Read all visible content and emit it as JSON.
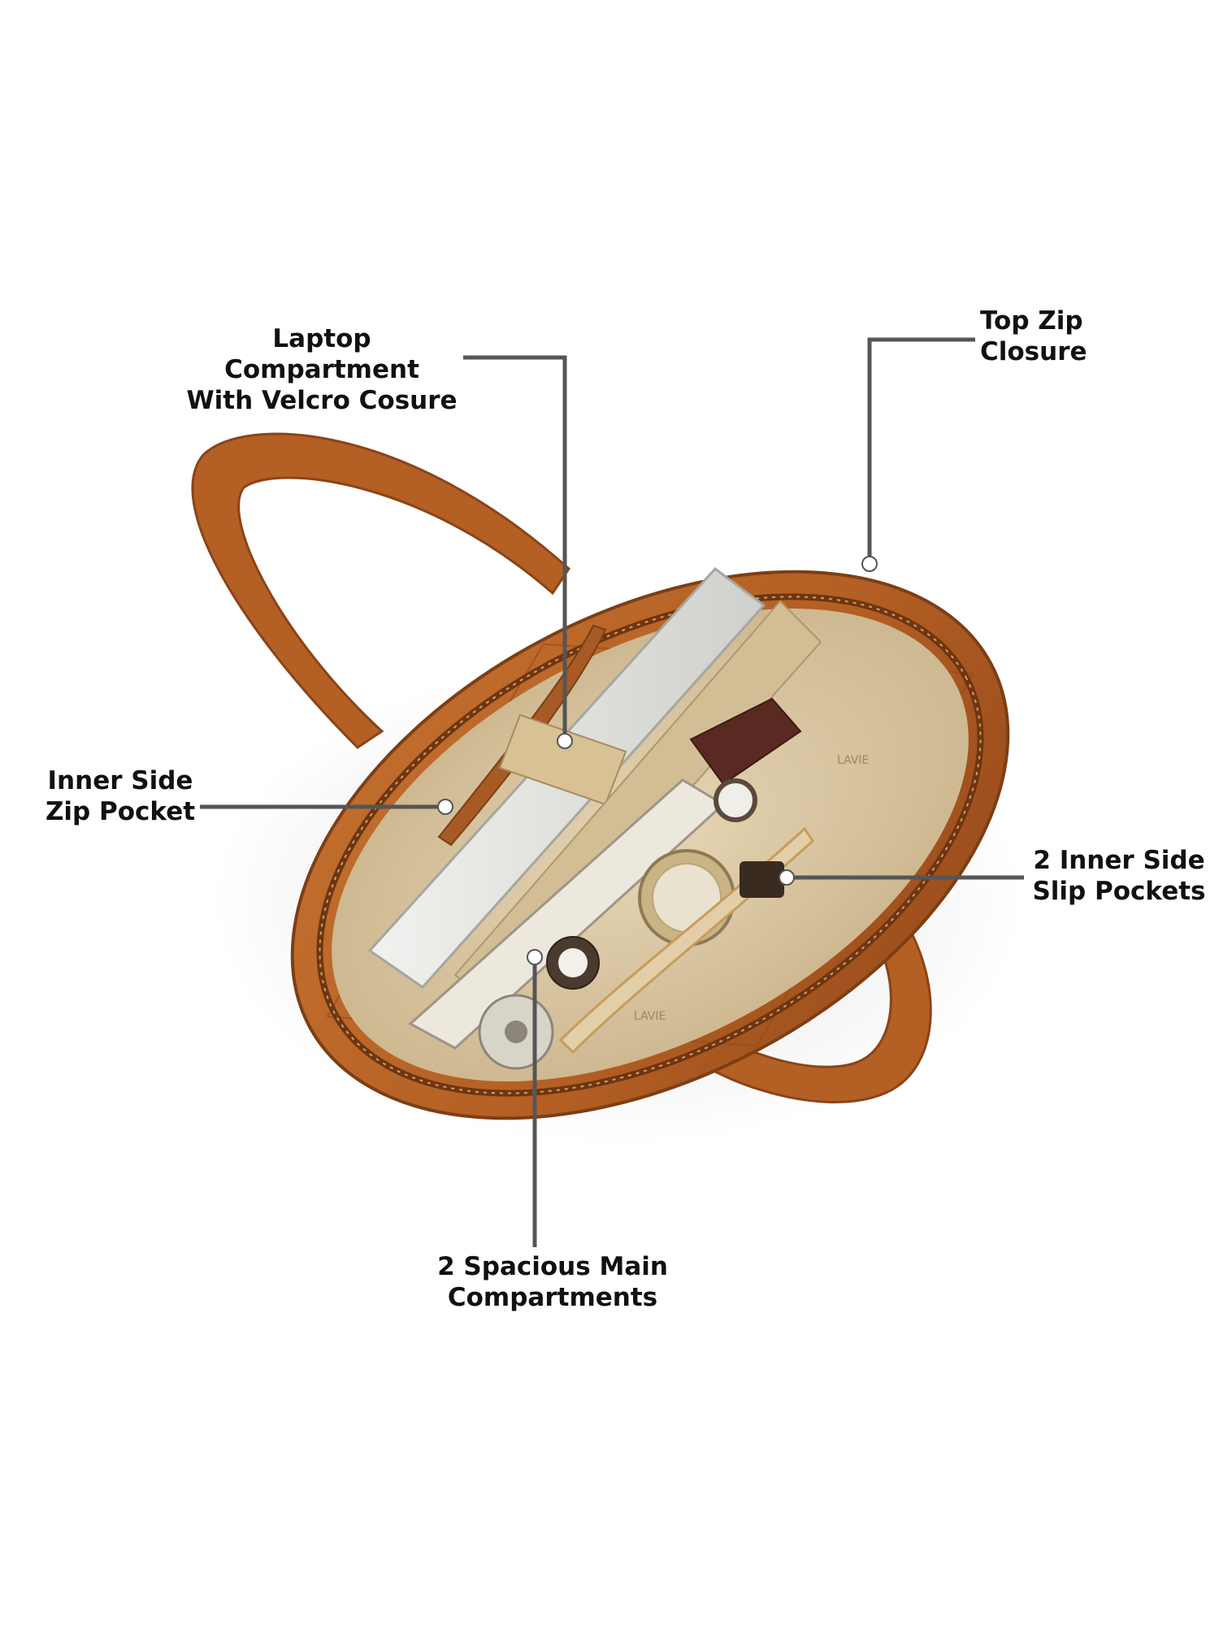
{
  "image": {
    "subject": "lavie-tote-bag-interior",
    "brand_mark": "LAVIE"
  },
  "callouts": {
    "laptop": "Laptop Compartment\nWith Velcro Cosure",
    "top_zip": "Top Zip\nClosure",
    "inner_zip": "Inner Side\nZip Pocket",
    "slip_pockets": "2 Inner Side\nSlip Pockets",
    "main_compartments": "2 Spacious Main\nCompartments"
  },
  "colors": {
    "leather": "#b8652a",
    "leather_dark": "#8a4418",
    "lining": "#dcc9a6",
    "leader_line": "#555555",
    "dot": "#ffffff"
  }
}
